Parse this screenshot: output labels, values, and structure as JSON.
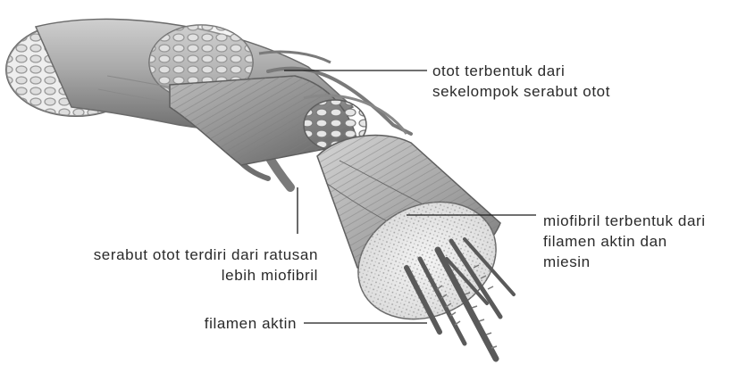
{
  "labels": {
    "muscle": [
      "otot terbentuk dari",
      "sekelompok serabut otot"
    ],
    "myofibril": [
      "miofibril terbentuk dari",
      "filamen aktin dan",
      "miesin"
    ],
    "fiber": [
      "serabut otot terdiri dari ratusan",
      "lebih miofibril"
    ],
    "actin": [
      "filamen aktin"
    ]
  },
  "colors": {
    "text": "#2a2a2a",
    "leader_line": "#1a1a1a",
    "illustration": "#8a8a8a"
  }
}
